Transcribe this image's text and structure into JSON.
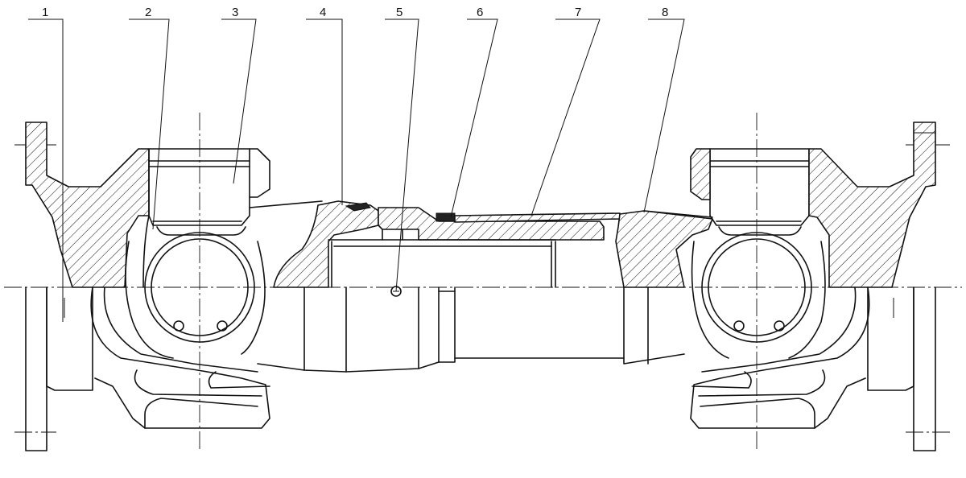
{
  "callouts": [
    {
      "id": "1",
      "label": "1"
    },
    {
      "id": "2",
      "label": "2"
    },
    {
      "id": "3",
      "label": "3"
    },
    {
      "id": "4",
      "label": "4"
    },
    {
      "id": "5",
      "label": "5"
    },
    {
      "id": "6",
      "label": "6"
    },
    {
      "id": "7",
      "label": "7"
    },
    {
      "id": "8",
      "label": "8"
    }
  ],
  "style": {
    "line_color": "#111111",
    "background": "#ffffff"
  }
}
